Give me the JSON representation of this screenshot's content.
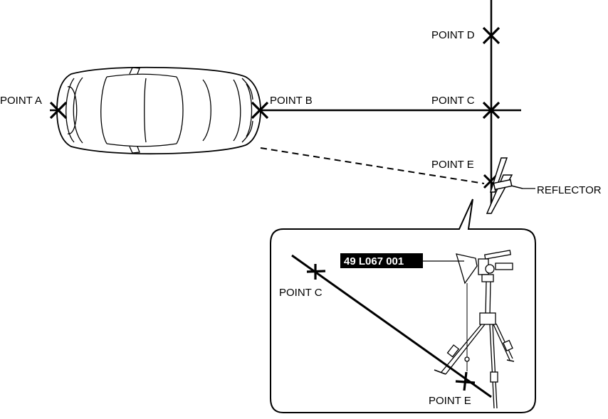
{
  "points": {
    "a": "POINT A",
    "b": "POINT B",
    "c": "POINT C",
    "d": "POINT D",
    "e": "POINT E"
  },
  "reflector_label": "REFLECTOR",
  "inset": {
    "part_number": "49 L067 001",
    "point_c": "POINT C",
    "point_e": "POINT E"
  },
  "colors": {
    "line": "#000000",
    "background": "#ffffff",
    "part_label_bg": "#000000",
    "part_label_text": "#ffffff"
  }
}
